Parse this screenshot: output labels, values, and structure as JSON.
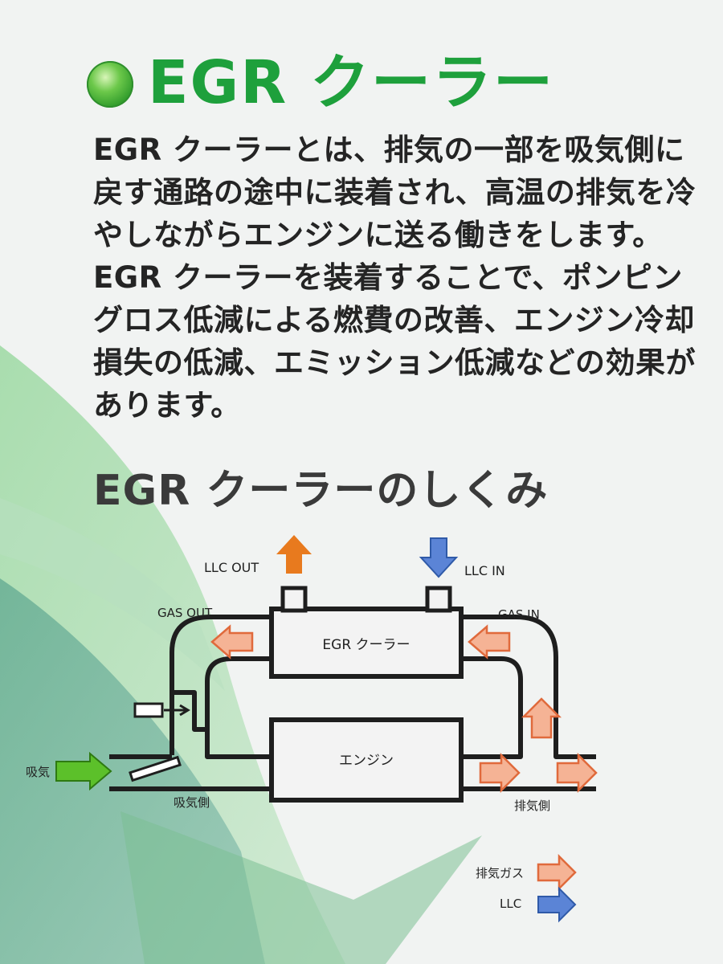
{
  "title": "EGR クーラー",
  "description_lines": [
    "EGR クーラーとは、排気の一部を吸気側に",
    "戻す通路の途中に装着され、高温の排気を冷",
    "やしながらエンジンに送る働きをします。",
    "EGR クーラーを装着することで、ポンピン",
    "グロス低減による燃費の改善、エンジン冷却",
    "損失の低減、エミッション低減などの効果が",
    "あります。"
  ],
  "subtitle": "EGR クーラーのしくみ",
  "diagram": {
    "llc_out": "LLC OUT",
    "llc_in": "LLC IN",
    "gas_out": "GAS OUT",
    "gas_in": "GAS IN",
    "egr_cooler": "EGR クーラー",
    "engine": "エンジン",
    "intake": "吸気",
    "intake_side": "吸気側",
    "exhaust_side": "排気側",
    "legend_exhaust_gas": "排気ガス",
    "legend_llc": "LLC"
  },
  "colors": {
    "title_green": "#1ea03c",
    "exhaust_arrow": "#f2a27a",
    "llc_out_arrow": "#e87a1e",
    "llc_arrow": "#4f7fd1",
    "intake_arrow": "#5cc02a"
  }
}
